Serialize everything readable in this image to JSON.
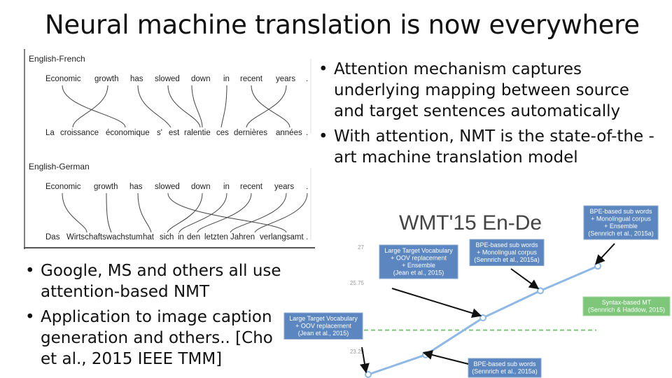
{
  "slide": {
    "title": "Neural machine translation is now everywhere"
  },
  "right_bullets": [
    "Attention mechanism captures underlying mapping between source and target sentences automatically",
    "With attention, NMT is the state-of-the -art machine translation model"
  ],
  "left_bullets": [
    "Google, MS and others all use attention-based NMT",
    "Application to image caption generation and others.. [Cho et al., 2015 IEEE TMM]"
  ],
  "alignment_figure": {
    "panel1": {
      "label": "English-French",
      "source_words": [
        "Economic",
        "growth",
        "has",
        "slowed",
        "down",
        "in",
        "recent",
        "years",
        "."
      ],
      "target_words": [
        "La",
        "croissance",
        "économique",
        "s'",
        "est",
        "ralentie",
        "ces",
        "dernières",
        "années",
        "."
      ]
    },
    "panel2": {
      "label": "English-German",
      "source_words": [
        "Economic",
        "growth",
        "has",
        "slowed",
        "down",
        "in",
        "recent",
        "years",
        "."
      ],
      "target_words": [
        "Das",
        "Wirtschaftswachstum",
        "hat",
        "sich",
        "in",
        "den",
        "letzten",
        "Jahren",
        "verlangsamt",
        "."
      ]
    }
  },
  "chart_data": {
    "type": "line",
    "title": "WMT'15 En-De",
    "y_ticks": [
      "27",
      "25.75",
      "23.25"
    ],
    "ylim": [
      22.4,
      27.6
    ],
    "series": [
      {
        "values": [
          22.4,
          23.2,
          24.7,
          25.8,
          26.8
        ]
      }
    ],
    "baseline": {
      "value": 24.2,
      "label_lines": [
        "Syntax-based MT",
        "(Sennrich & Haddow, 2015)"
      ],
      "color": "#7dc67a"
    },
    "annotations": [
      {
        "point": 0,
        "lines": [
          "Large Target Vocabulary",
          "+ OOV replacement",
          "(Jean et al., 2015)"
        ]
      },
      {
        "point": 1,
        "lines": [
          "BPE-based sub words",
          "(Sennrich et al., 2015a)"
        ]
      },
      {
        "point": 2,
        "lines": [
          "Large Target Vocabulary",
          "+ OOV replacement",
          "+ Ensemble",
          "(Jean et al., 2015)"
        ]
      },
      {
        "point": 3,
        "lines": [
          "BPE-based sub words",
          "+ Monolingual corpus",
          "(Sennrich et al., 2015a)"
        ]
      },
      {
        "point": 4,
        "lines": [
          "BPE-based sub words",
          "+ Monolingual corpus",
          "+ Ensemble",
          "(Sennrich et al., 2015a)"
        ]
      }
    ],
    "line_color": "#8fb8e6",
    "box_color": "#5b86c0"
  }
}
